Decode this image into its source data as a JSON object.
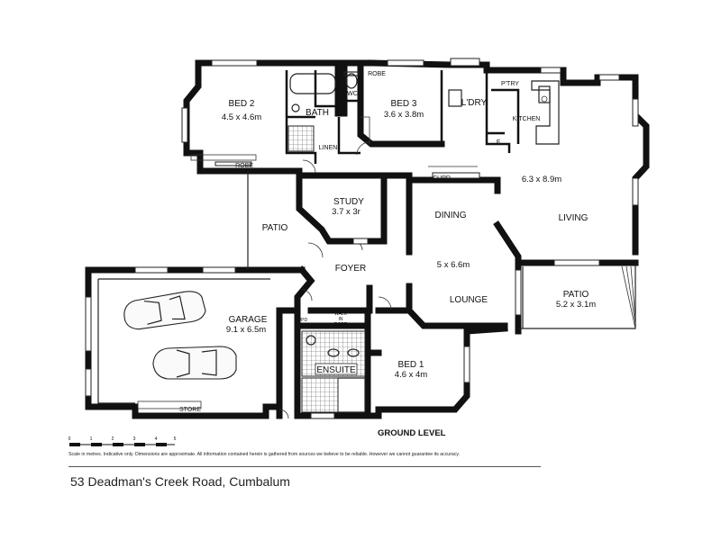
{
  "rooms": {
    "bed2": {
      "name": "BED 2",
      "size": "4.5 x 4.6m"
    },
    "bath": {
      "name": "BATH"
    },
    "wc": {
      "name": "WC"
    },
    "linen": {
      "name": "LINEN"
    },
    "robe_bed3": {
      "name": "ROBE"
    },
    "bed3": {
      "name": "BED 3",
      "size": "3.6 x 3.8m"
    },
    "laundry": {
      "name": "L'DRY"
    },
    "pantry": {
      "name": "P'TRY"
    },
    "kitchen": {
      "name": "KITCHEN"
    },
    "fridge": {
      "name": "F"
    },
    "living_area": {
      "size": "6.3 x 8.9m"
    },
    "cupd": {
      "name": "CUPD"
    },
    "robe_bed2": {
      "name": "ROBE"
    },
    "study": {
      "name": "STUDY",
      "size": "3.7 x 3r"
    },
    "patio_left": {
      "name": "PATIO"
    },
    "dining": {
      "name": "DINING"
    },
    "living": {
      "name": "LIVING"
    },
    "dining_lounge": {
      "size": "5 x 6.6m"
    },
    "foyer": {
      "name": "FOYER"
    },
    "lounge": {
      "name": "LOUNGE"
    },
    "patio_right": {
      "name": "PATIO",
      "size": "5.2 x 3.1m"
    },
    "garage": {
      "name": "GARAGE",
      "size": "9.1 x 6.5m"
    },
    "cupd_small": {
      "name": "CUPD"
    },
    "walk_in_robe": {
      "line1": "WALK",
      "line2": "IN",
      "line3": "ROBE"
    },
    "ensuite": {
      "name": "ENSUITE"
    },
    "bed1": {
      "name": "BED 1",
      "size": "4.6 x 4m"
    },
    "store": {
      "name": "STORE"
    }
  },
  "ground_level": "GROUND LEVEL",
  "scale": {
    "ticks": [
      "0",
      "1",
      "2",
      "3",
      "4",
      "5"
    ]
  },
  "disclaimer": "Scale in metres. Indicative only. Dimensions are approximate. All information contained herein is gathered from sources we believe to be reliable. However we cannot guarantee its accuracy.",
  "address": "53 Deadman's Creek Road, Cumbalum"
}
